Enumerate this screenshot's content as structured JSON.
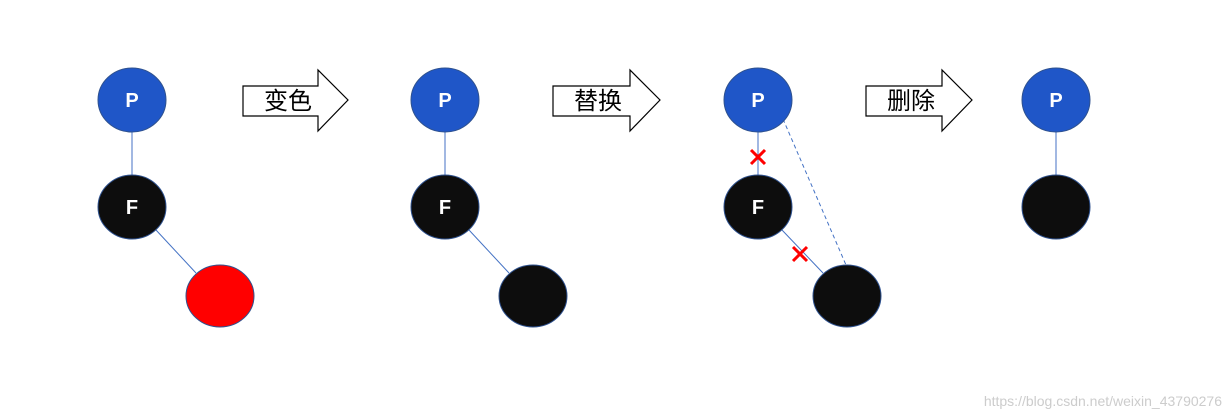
{
  "colors": {
    "node_blue": "#1f56c8",
    "node_black": "#0d0d0d",
    "node_red": "#ff0000",
    "edge": "#4472c4",
    "cross": "#ff0000",
    "watermark": "#cccccc"
  },
  "stages": [
    {
      "parent_label": "P",
      "node_label": "F"
    },
    {
      "parent_label": "P",
      "node_label": "F"
    },
    {
      "parent_label": "P",
      "node_label": "F"
    },
    {
      "parent_label": "P"
    }
  ],
  "steps": [
    {
      "label": "变色"
    },
    {
      "label": "替换"
    },
    {
      "label": "删除"
    }
  ],
  "watermark": "https://blog.csdn.net/weixin_43790276"
}
